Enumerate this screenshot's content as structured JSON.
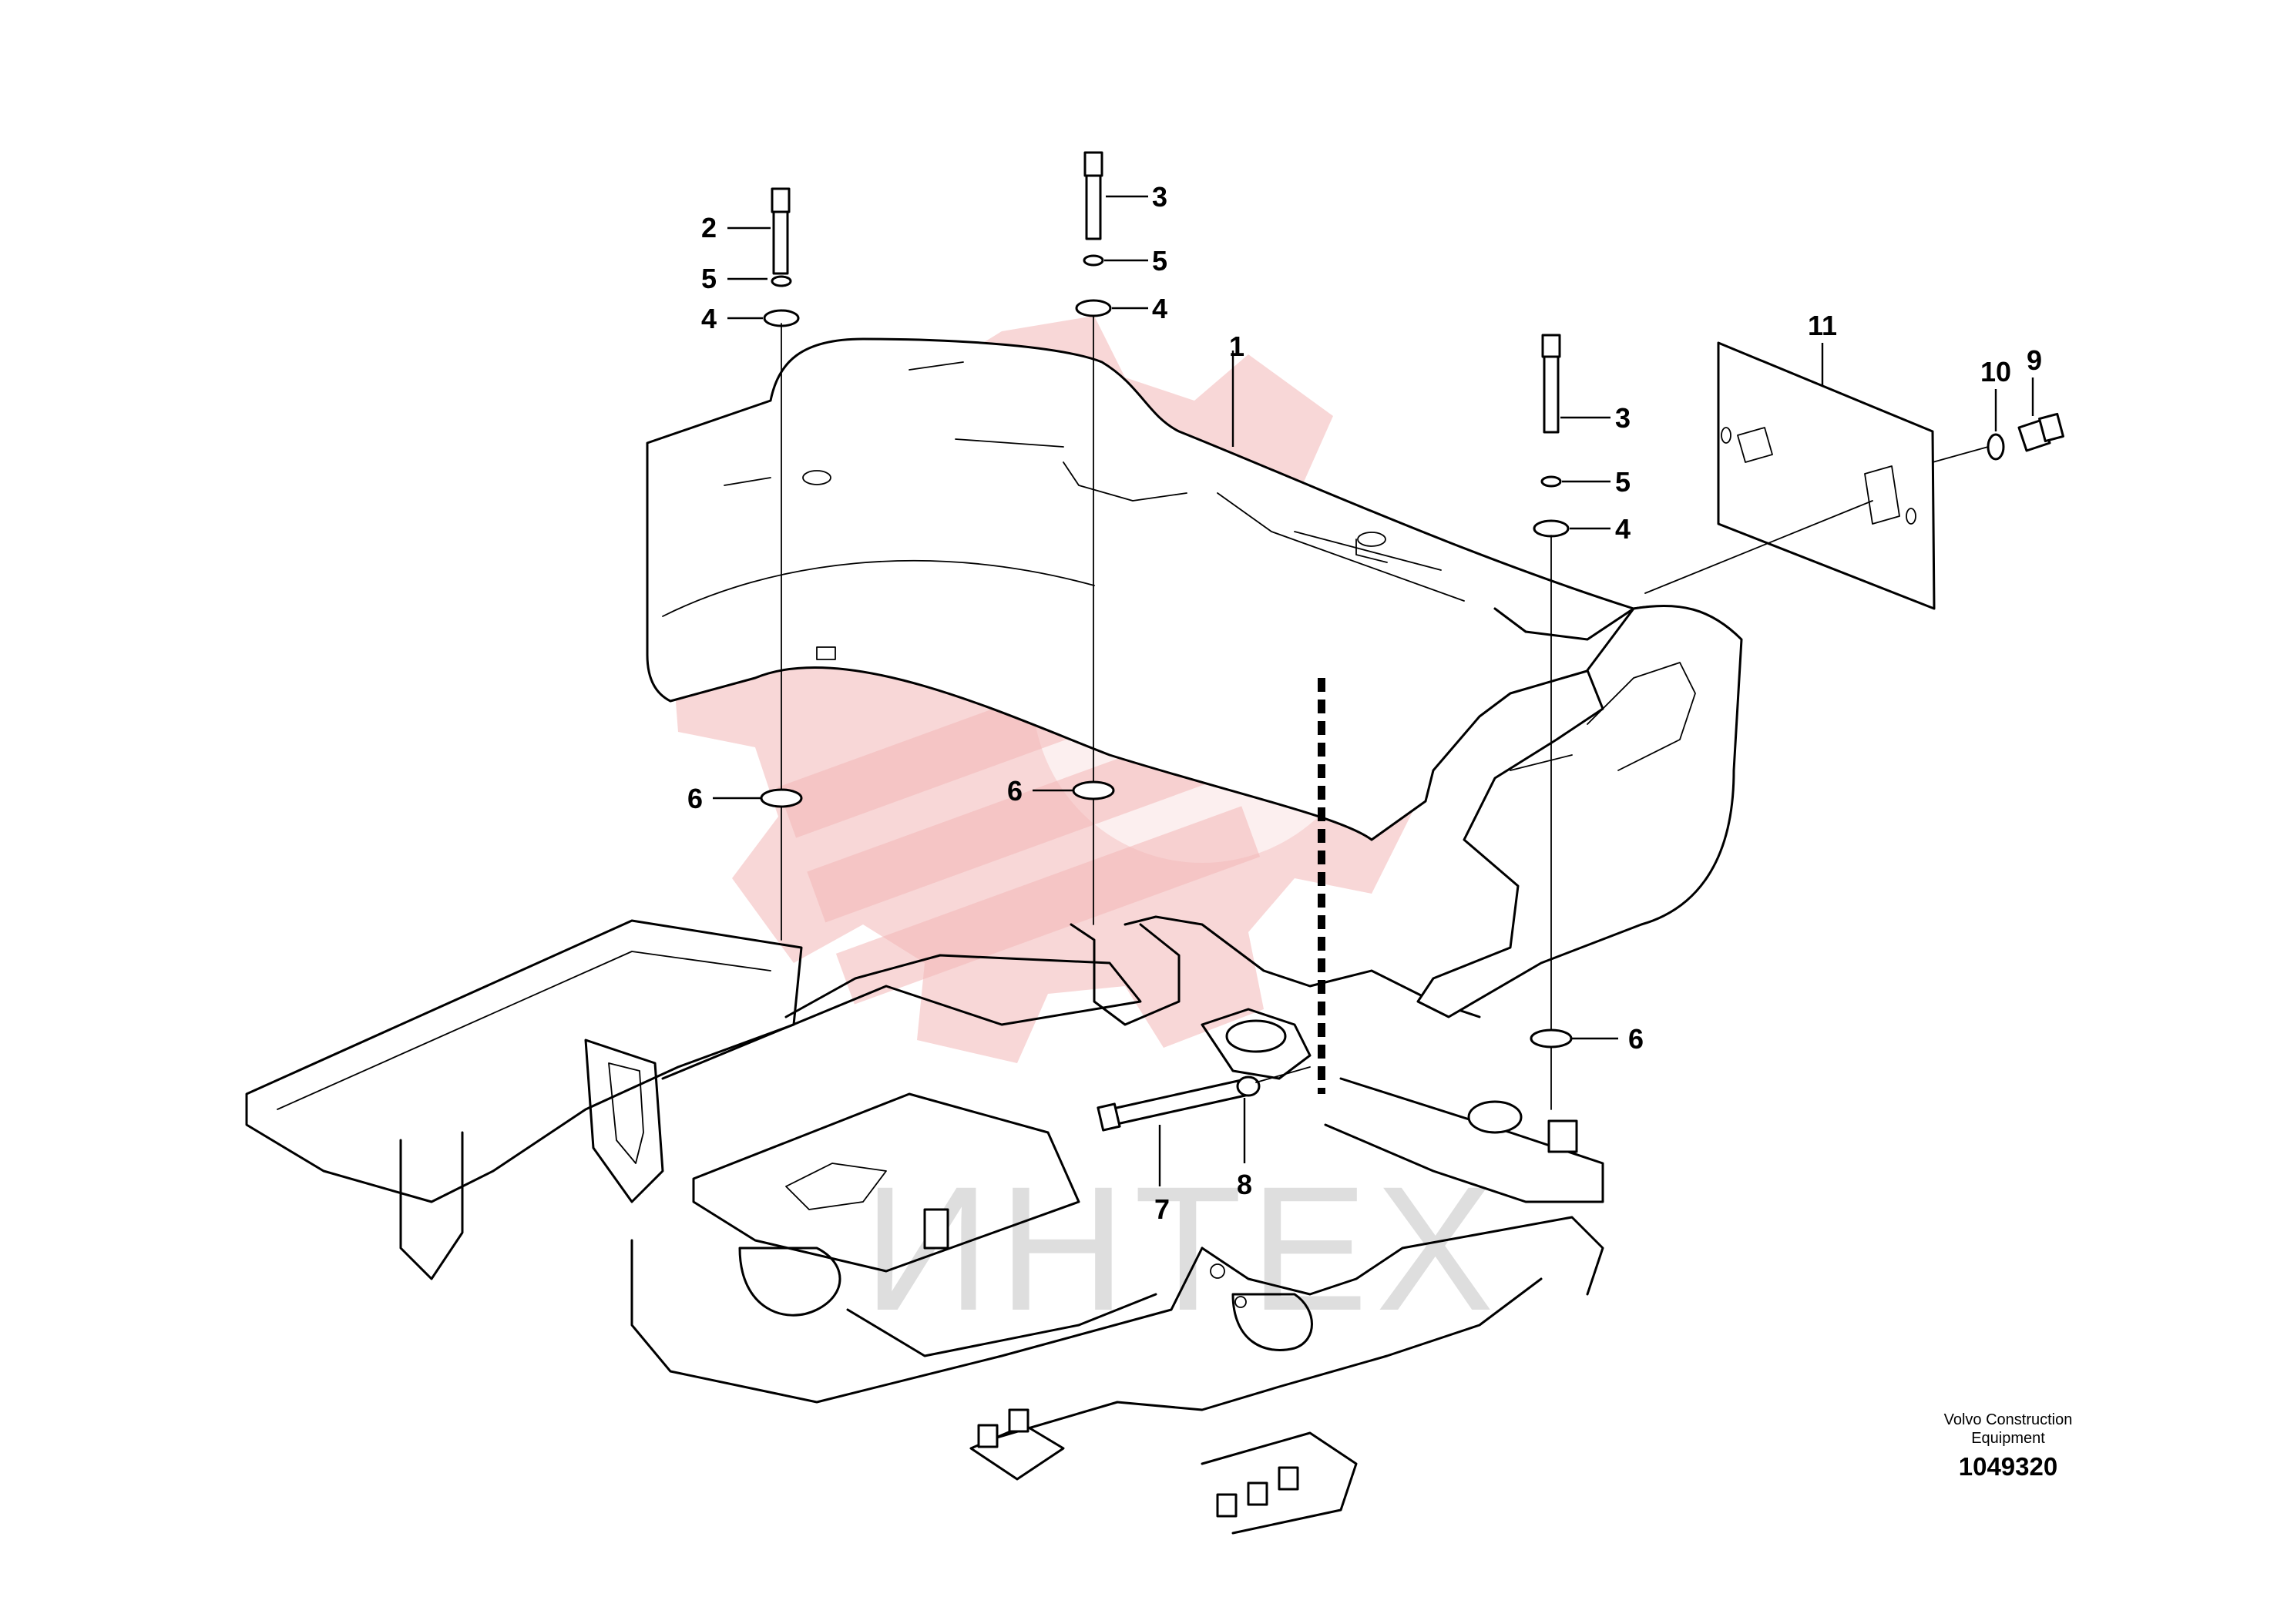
{
  "watermark": {
    "text": "ИНТЕХ",
    "color": "#f3b7b7"
  },
  "callouts": [
    {
      "id": "c1",
      "label": "1"
    },
    {
      "id": "c2",
      "label": "2"
    },
    {
      "id": "c3a",
      "label": "3"
    },
    {
      "id": "c3b",
      "label": "3"
    },
    {
      "id": "c4a",
      "label": "4"
    },
    {
      "id": "c4b",
      "label": "4"
    },
    {
      "id": "c4c",
      "label": "4"
    },
    {
      "id": "c5a",
      "label": "5"
    },
    {
      "id": "c5b",
      "label": "5"
    },
    {
      "id": "c5c",
      "label": "5"
    },
    {
      "id": "c6a",
      "label": "6"
    },
    {
      "id": "c6b",
      "label": "6"
    },
    {
      "id": "c6c",
      "label": "6"
    },
    {
      "id": "c7",
      "label": "7"
    },
    {
      "id": "c8",
      "label": "8"
    },
    {
      "id": "c9",
      "label": "9"
    },
    {
      "id": "c10",
      "label": "10"
    },
    {
      "id": "c11",
      "label": "11"
    }
  ],
  "credit": {
    "line1": "Volvo Construction",
    "line2": "Equipment",
    "drawing_number": "1049320"
  }
}
